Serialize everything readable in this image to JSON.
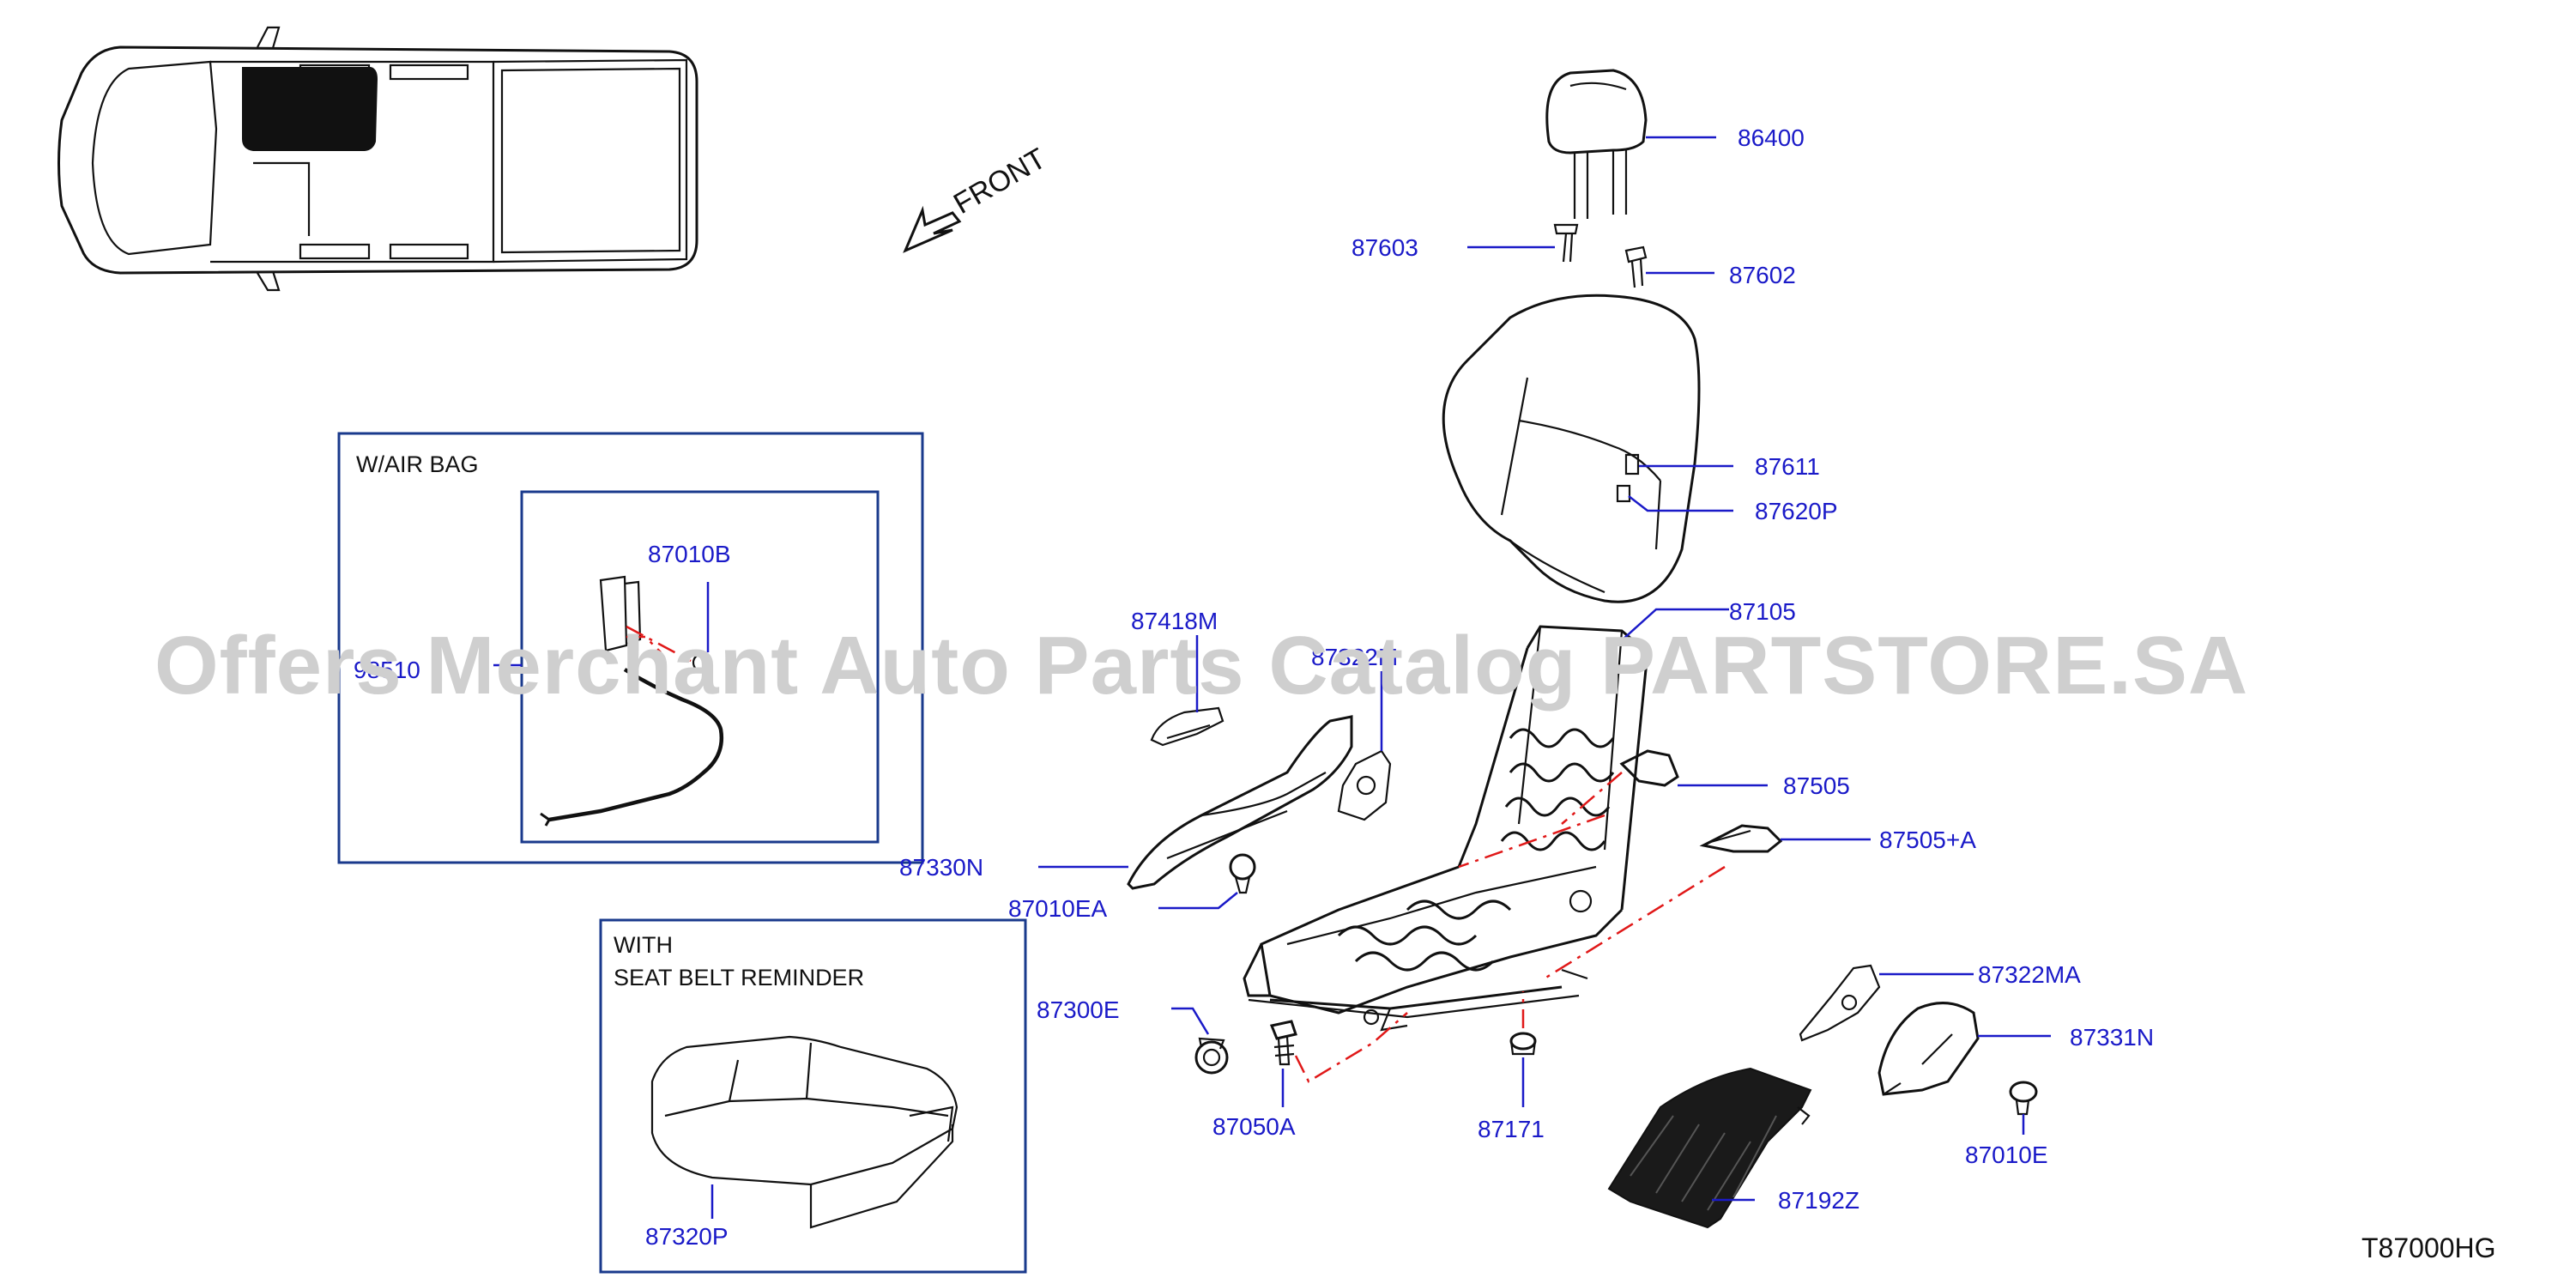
{
  "direction_label": "FRONT",
  "diagram_code": "T87000HG",
  "watermark": "Offers Merchant Auto Parts Catalog PARTSTORE.SA",
  "inset_air_bag": {
    "title": "W/AIR   BAG",
    "part": "87010B",
    "hidden_part": "98510"
  },
  "inset_belt": {
    "title_line1": "WITH",
    "title_line2": "SEAT   BELT   REMINDER",
    "part": "87320P"
  },
  "parts": {
    "p86400": "86400",
    "p87603": "87603",
    "p87602": "87602",
    "p87611": "87611",
    "p87620P": "87620P",
    "p87105": "87105",
    "p87418M": "87418M",
    "p87322M": "87322M",
    "p87505": "87505",
    "p87505A": "87505+A",
    "p87330N": "87330N",
    "p87010EA": "87010EA",
    "p87322MA": "87322MA",
    "p87300E": "87300E",
    "p87331N": "87331N",
    "p87050A": "87050A",
    "p87171": "87171",
    "p87010E": "87010E",
    "p87192Z": "87192Z"
  },
  "colors": {
    "callout": "#1a1ac8",
    "leader_red": "#e01818",
    "inset_border": "#1a3a8c"
  }
}
